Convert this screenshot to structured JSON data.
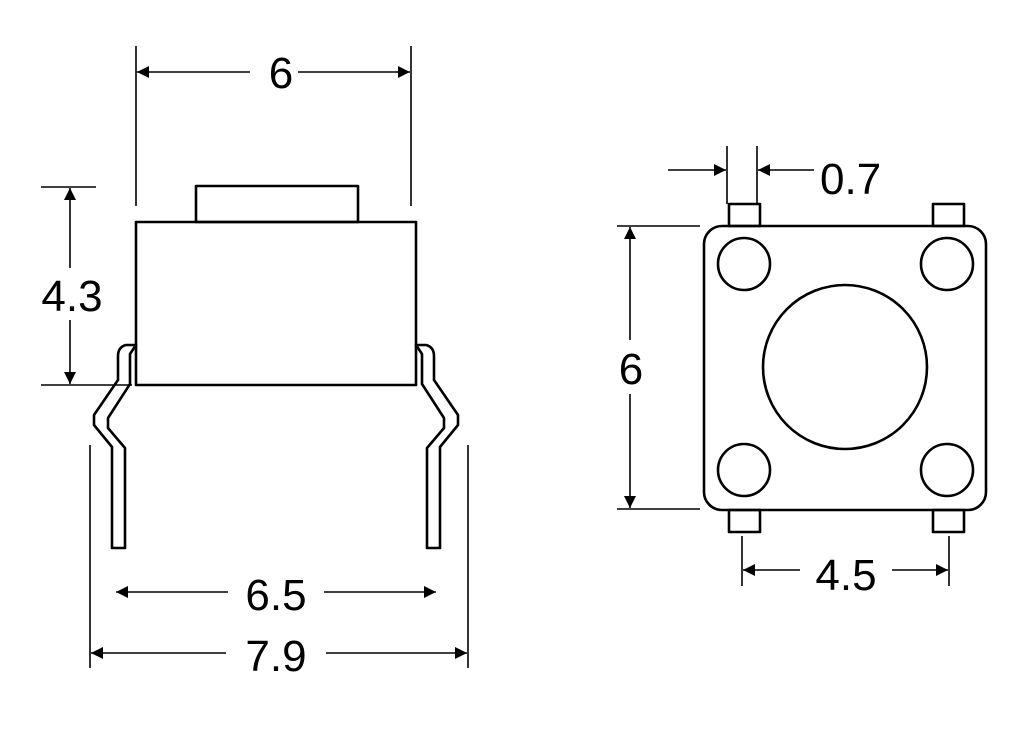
{
  "side_view": {
    "dim_top_width": "6",
    "dim_height": "4.3",
    "dim_lead_inner": "6.5",
    "dim_lead_outer": "7.9"
  },
  "top_view": {
    "dim_pin_width": "0.7",
    "dim_body": "6",
    "dim_pin_pitch": "4.5"
  }
}
